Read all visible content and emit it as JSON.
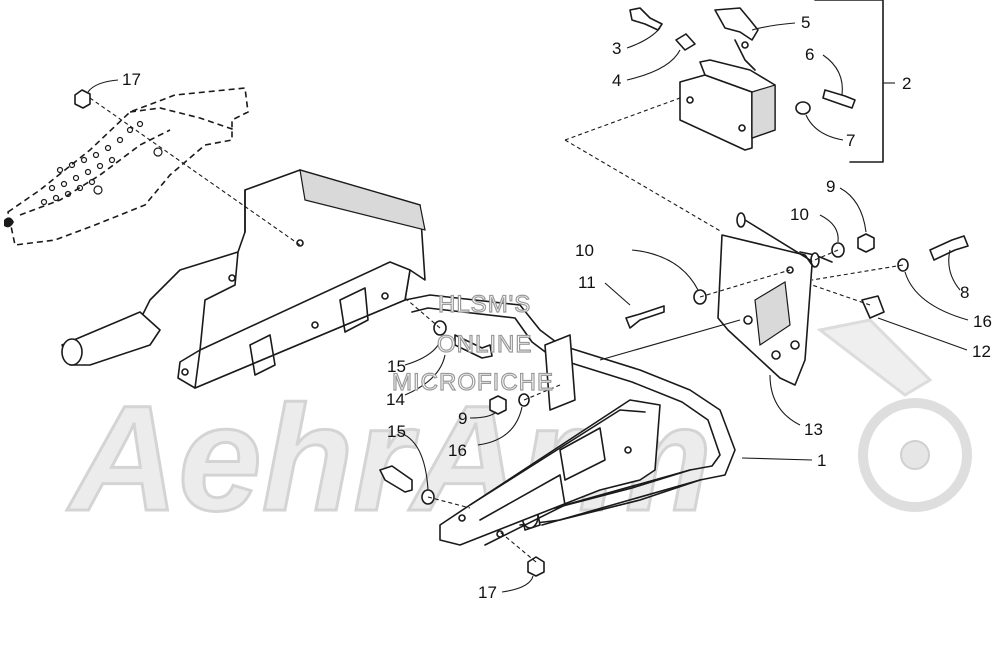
{
  "diagram": {
    "watermark": {
      "brand": "AehrArm",
      "line1": "HLSM'S",
      "line2": "ONLINE",
      "line3": "MICROFICHE"
    },
    "callouts": [
      {
        "id": "c1",
        "text": "1"
      },
      {
        "id": "c2",
        "text": "2"
      },
      {
        "id": "c3",
        "text": "3"
      },
      {
        "id": "c4",
        "text": "4"
      },
      {
        "id": "c5",
        "text": "5"
      },
      {
        "id": "c6",
        "text": "6"
      },
      {
        "id": "c7",
        "text": "7"
      },
      {
        "id": "c8",
        "text": "8"
      },
      {
        "id": "c9a",
        "text": "9"
      },
      {
        "id": "c9b",
        "text": "9"
      },
      {
        "id": "c10a",
        "text": "10"
      },
      {
        "id": "c10b",
        "text": "10"
      },
      {
        "id": "c11",
        "text": "11"
      },
      {
        "id": "c12",
        "text": "12"
      },
      {
        "id": "c13",
        "text": "13"
      },
      {
        "id": "c14",
        "text": "14"
      },
      {
        "id": "c15a",
        "text": "15"
      },
      {
        "id": "c15b",
        "text": "15"
      },
      {
        "id": "c16a",
        "text": "16"
      },
      {
        "id": "c16b",
        "text": "16"
      },
      {
        "id": "c17a",
        "text": "17"
      },
      {
        "id": "c17b",
        "text": "17"
      }
    ]
  }
}
